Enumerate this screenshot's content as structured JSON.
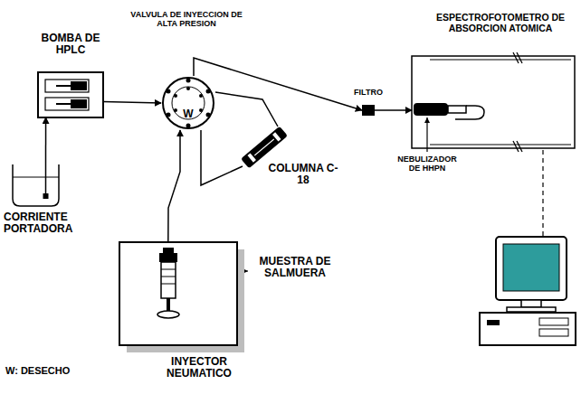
{
  "diagram": {
    "nodes": [
      {
        "text": [
          "BOMBA DE HPLC"
        ]
      },
      {
        "text": [
          "CORRIENTE PORTADORA"
        ]
      },
      {
        "text": [
          "VALVULA DE INYECCION DE ALTA PRESION",
          "W"
        ]
      },
      {
        "text": [
          "COLUMNA C-18"
        ]
      },
      {
        "text": [
          "INYECTOR NEUMATICO"
        ]
      },
      {
        "text": [
          "FILTRO"
        ]
      },
      {
        "text": [
          "ESPECTROFOTOMETRO DE ABSORCION ATOMICA"
        ]
      }
    ],
    "edges": [
      {
        "from": 1,
        "to": 0,
        "arrow": "to"
      },
      {
        "from": 0,
        "to": 2,
        "arrow": "to"
      },
      {
        "from": 2,
        "to": 5,
        "arrow": "to"
      },
      {
        "from": 5,
        "to": 6,
        "arrow": "to"
      },
      {
        "from": 4,
        "to": 2,
        "arrow": "to"
      },
      {
        "from": 2,
        "to": 3,
        "arrow": "none"
      }
    ],
    "labels": [
      "MUESTRA DE SALMUERA",
      "NEBULIZADOR DE HHPN",
      "W: DESECHO"
    ]
  }
}
